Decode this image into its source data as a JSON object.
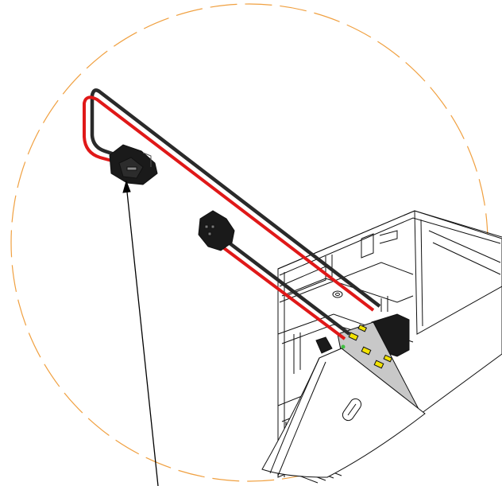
{
  "diagram": {
    "colors": {
      "detail_circle": "#f0a040",
      "wire_red": "#e01818",
      "wire_black": "#2a2a2a",
      "outline": "#111111",
      "connector": "#1a1a1a",
      "led_yellow": "#f2e200",
      "led_strip": "#c8c8c8",
      "led_green": "#40c040",
      "cover": "#ffffff",
      "pointer": "#000000"
    },
    "parts": [
      "detail-circle",
      "led-profile",
      "led-strip",
      "diffuser-cover",
      "wire-pair-long",
      "wire-pair-short",
      "connector-female",
      "connector-male",
      "pointer-line"
    ]
  }
}
